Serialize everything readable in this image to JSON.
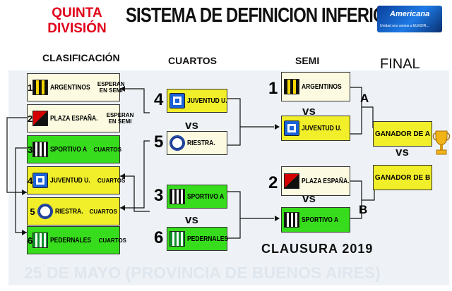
{
  "header": {
    "division_line1": "QUINTA",
    "division_line2": "DIVISIÓN",
    "title": "SISTEMA DE DEFINICION INFERIORES",
    "logo_text": "Americana",
    "logo_tagline": "Unidad nos vamos a ELEGIR..."
  },
  "columns": {
    "clasificacion": "CLASIFICACIÓN",
    "cuartos": "CUARTOS",
    "semi": "SEMI",
    "final": "FINAL"
  },
  "standings": [
    {
      "pos": "1",
      "team": "ARGENTINOS",
      "note_line1": "ESPERAN",
      "note_line2": "EN SEMI",
      "color": "#fcfae0",
      "crest": "argentinos"
    },
    {
      "pos": "2",
      "team": "PLAZA ESPAÑA.",
      "note_line1": "ESPERAN",
      "note_line2": "EN SEMI",
      "color": "#fcfae0",
      "crest": "plaza"
    },
    {
      "pos": "3",
      "team": "SPORTIVO A",
      "note_line1": "CUARTOS",
      "note_line2": "",
      "color": "#37dd1c",
      "crest": "sportivo"
    },
    {
      "pos": "4",
      "team": "JUVENTUD U.",
      "note_line1": "CUARTOS",
      "note_line2": "",
      "color": "#f1ef2a",
      "crest": "juventud"
    },
    {
      "pos": "5",
      "team": "RIESTRA.",
      "note_line1": "CUARTOS",
      "note_line2": "",
      "color": "#f1ef2a",
      "crest": "riestra"
    },
    {
      "pos": "6",
      "team": "PEDERNALES",
      "note_line1": "CUARTOS",
      "note_line2": "",
      "color": "#37dd1c",
      "crest": "pedernales"
    }
  ],
  "cuartos": [
    {
      "pos": "4",
      "team": "JUVENTUD U.",
      "color": "#f1ef2a",
      "crest": "juventud"
    },
    {
      "pos": "5",
      "team": "RIESTRA.",
      "color": "#fcfae0",
      "crest": "riestra"
    },
    {
      "pos": "3",
      "team": "SPORTIVO A",
      "color": "#37dd1c",
      "crest": "sportivo"
    },
    {
      "pos": "6",
      "team": "PEDERNALES",
      "color": "#37dd1c",
      "crest": "pedernales"
    }
  ],
  "semis": [
    {
      "pos": "1",
      "team": "ARGENTINOS",
      "color": "#fcfae0",
      "crest": "argentinos"
    },
    {
      "pos": "",
      "team": "JUVENTUD U.",
      "color": "#f1ef2a",
      "crest": "juventud"
    },
    {
      "pos": "2",
      "team": "PLAZA ESPAÑA.",
      "color": "#fcfae0",
      "crest": "plaza"
    },
    {
      "pos": "",
      "team": "SPORTIVO A",
      "color": "#37dd1c",
      "crest": "sportivo"
    }
  ],
  "final": {
    "ganador_a": "GANADOR DE  A",
    "ganador_b": "GANADOR DE  B",
    "label_a": "A",
    "label_b": "B"
  },
  "vs": "vs",
  "footer": {
    "clausura": "CLAUSURA 2019",
    "location": "25 DE MAYO  (PROVINCIA DE BUENOS AIRES)"
  }
}
